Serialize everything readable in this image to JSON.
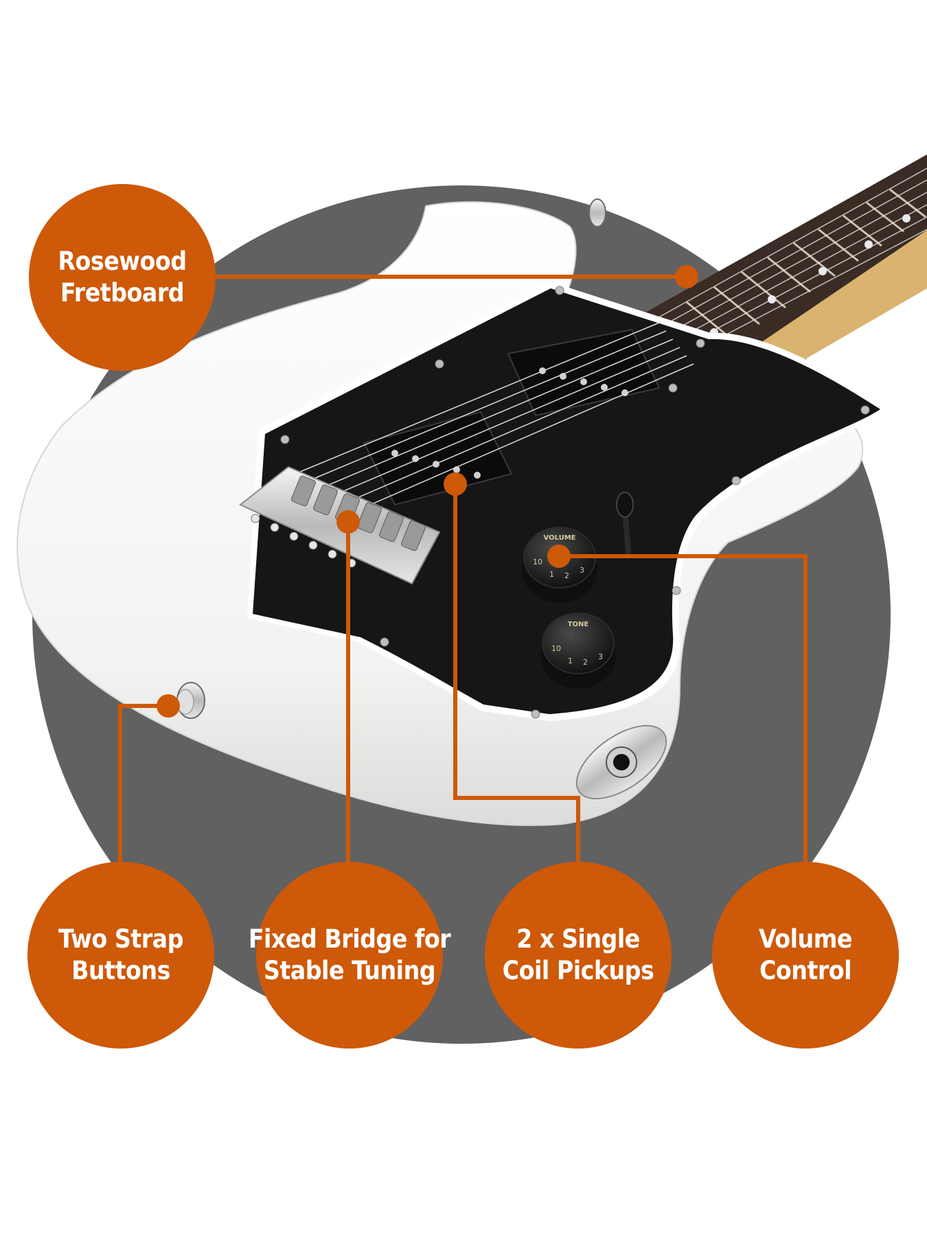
{
  "colors": {
    "accent": "#cd5909",
    "background_circle": "#616161",
    "guitar_body": "#f4f4f2",
    "pickguard": "#161616",
    "fretboard": "#3a2b24",
    "neck_maple": "#d9b36f",
    "chrome": "#cfcfcf"
  },
  "callouts": [
    {
      "id": "rosewood",
      "lines": [
        "Rosewood",
        "Fretboard"
      ]
    },
    {
      "id": "strap",
      "lines": [
        "Two Strap",
        "Buttons"
      ]
    },
    {
      "id": "bridge",
      "lines": [
        "Fixed Bridge for",
        "Stable Tuning"
      ]
    },
    {
      "id": "pickups",
      "lines": [
        "2 x Single",
        "Coil Pickups"
      ]
    },
    {
      "id": "volume",
      "lines": [
        "Volume",
        "Control"
      ]
    }
  ],
  "knobs": {
    "volume_label": "VOLUME",
    "tone_label": "TONE",
    "scale_marks": [
      "10",
      "1",
      "2",
      "3"
    ]
  }
}
